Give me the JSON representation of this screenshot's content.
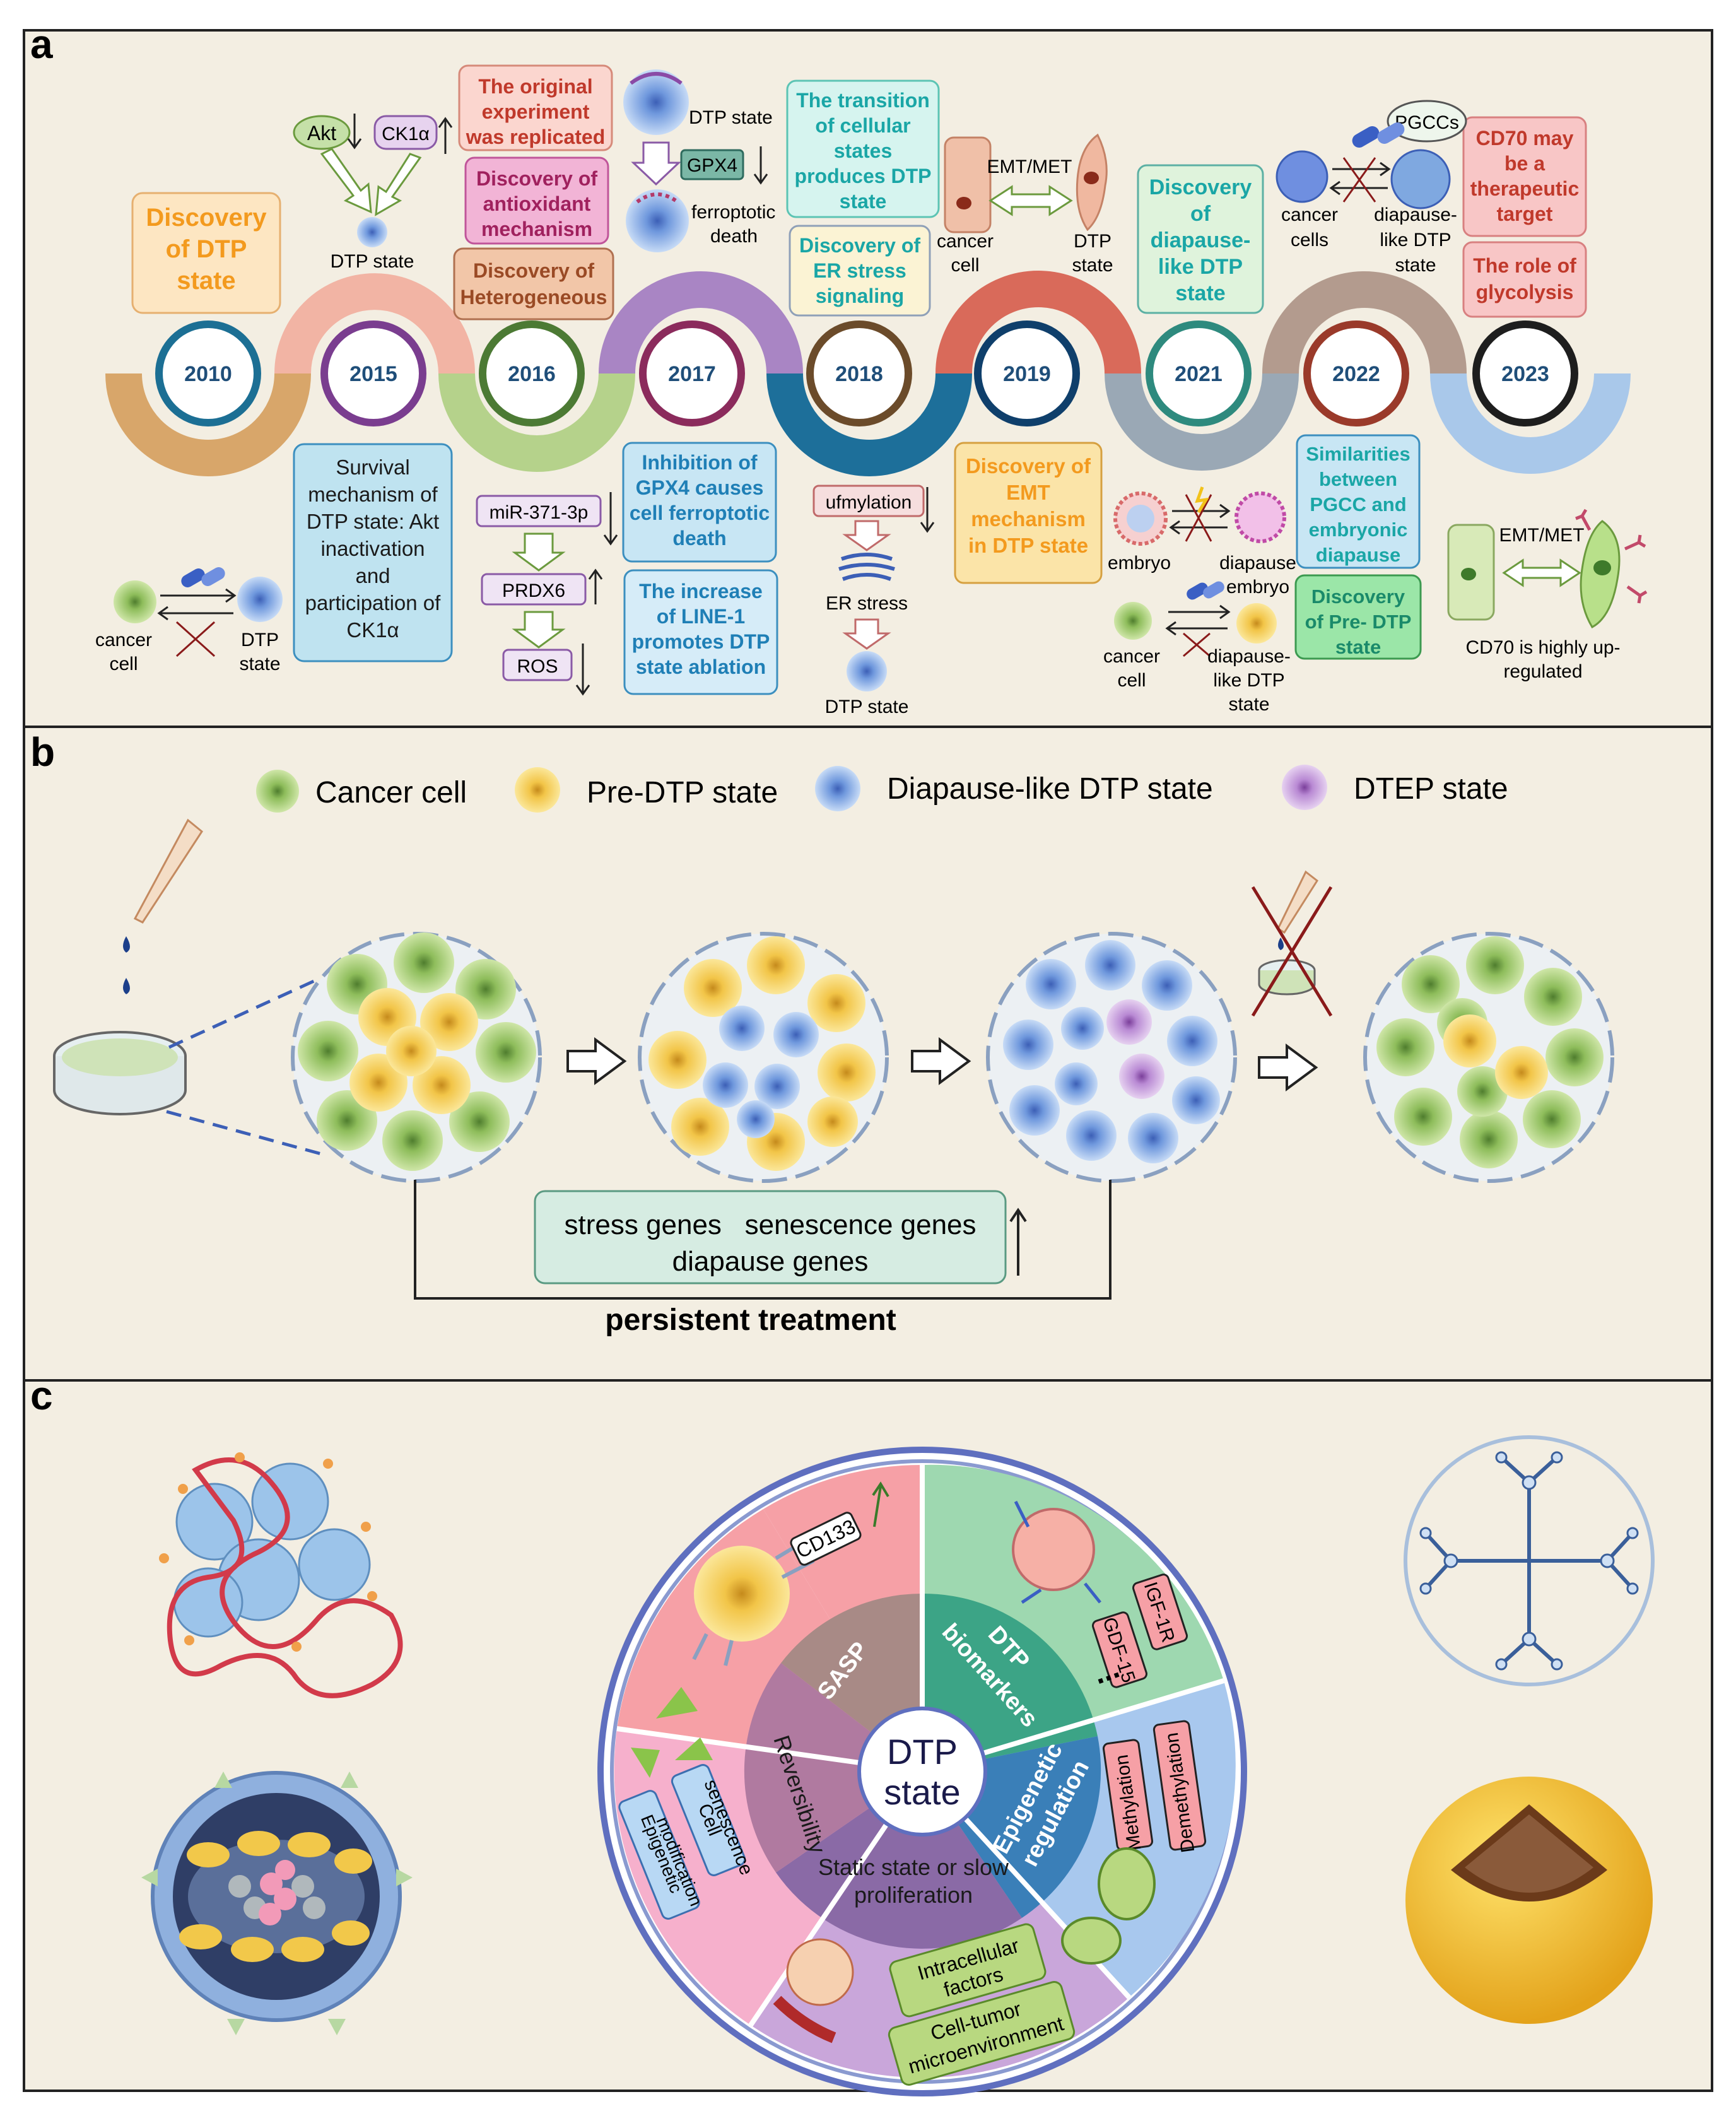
{
  "panel_labels": {
    "a": "a",
    "b": "b",
    "c": "c"
  },
  "timeline": {
    "years": [
      "2010",
      "2015",
      "2016",
      "2017",
      "2018",
      "2019",
      "2021",
      "2022",
      "2023"
    ],
    "top_boxes": {
      "y2010": [
        "Discovery",
        "of DTP",
        "state"
      ],
      "y2016_replicated": [
        "The original",
        "experiment",
        "was replicated"
      ],
      "y2016_antioxidant": [
        "Discovery of",
        "antioxidant",
        "mechanism"
      ],
      "y2016_heterogeneous": [
        "Discovery of",
        "Heterogeneous"
      ],
      "y2018_transition": [
        "The transition",
        "of cellular",
        "states",
        "produces DTP",
        "state"
      ],
      "y2018_er": [
        "Discovery of",
        "ER stress",
        "signaling"
      ],
      "y2021_diapause": [
        "Discovery",
        "of",
        "diapause-",
        "like DTP",
        "state"
      ],
      "y2023_cd70": [
        "CD70 may",
        "be a",
        "therapeutic",
        "target"
      ],
      "y2023_glycolysis": [
        "The role of",
        "glycolysis"
      ]
    },
    "bottom_boxes": {
      "y2015_survival": [
        "Survival",
        "mechanism of",
        "DTP state: Akt",
        "inactivation",
        "and",
        "participation of",
        "CK1α"
      ],
      "y2017_gpx4": [
        "Inhibition of",
        "GPX4 causes",
        "cell ferroptotic",
        "death"
      ],
      "y2017_line1": [
        "The increase",
        "of LINE-1",
        "promotes DTP",
        "state ablation"
      ],
      "y2019_emt": [
        "Discovery of",
        "EMT",
        "mechanism",
        "in DTP state"
      ],
      "y2022_similar": [
        "Similarities",
        "between",
        "PGCC and",
        "embryonic",
        "diapause"
      ],
      "y2022_predtp": [
        "Discovery",
        "of Pre- DTP",
        "state"
      ]
    },
    "labels": {
      "akt": "Akt",
      "ck1a": "CK1α",
      "dtp_state": "DTP state",
      "gpx4": "GPX4",
      "ferroptotic": [
        "ferroptotic",
        "death"
      ],
      "emt_met": "EMT/MET",
      "cancer_cell": [
        "cancer",
        "cell"
      ],
      "dtp_state_2": [
        "DTP",
        "state"
      ],
      "pgccs": "PGCCs",
      "cancer_cells": [
        "cancer",
        "cells"
      ],
      "diapause_like": [
        "diapause-",
        "like DTP",
        "state"
      ],
      "mir": "miR-371-3p",
      "prdx6": "PRDX6",
      "ros": "ROS",
      "ufmylation": "ufmylation",
      "er_stress": "ER stress",
      "embryo": "embryo",
      "diapause_embryo": [
        "diapause",
        "embryo"
      ],
      "cd70_up": [
        "CD70 is highly up-",
        "regulated"
      ]
    }
  },
  "panel_b": {
    "legend": [
      "Cancer cell",
      "Pre-DTP state",
      "Diapause-like DTP state",
      "DTEP state"
    ],
    "genes": [
      "stress genes   senescence genes",
      "diapause genes"
    ],
    "treatment": "persistent treatment"
  },
  "panel_c": {
    "center": [
      "DTP",
      "state"
    ],
    "segments": {
      "sasp": "SASP",
      "biomarkers": [
        "DTP",
        "biomarkers"
      ],
      "epigenetic": [
        "Epigenetic",
        "regulation"
      ],
      "static": [
        "Static state or slow",
        "proliferation"
      ],
      "reversibility": "Reversibility"
    },
    "tags": {
      "cd133": "CD133",
      "igf": "IGF-1R",
      "gdf": "GDF-15",
      "ellipsis": "...",
      "methylation": "Methylation",
      "demethylation": "Demethylation",
      "intracellular": [
        "Intracellular",
        "factors"
      ],
      "microenv": [
        "Cell-tumor",
        "microenvironment"
      ],
      "senescence": [
        "Cell",
        "senescence"
      ],
      "epi_mod": [
        "Epigenetic",
        "modification"
      ]
    }
  },
  "colors": {
    "panel_bg": "#f3eee2",
    "orange": "#f39a1e",
    "red_text": "#c0392b",
    "teal_text": "#1aa6a6",
    "blue_text": "#1f7fb6",
    "green_cell": "#9cc46a",
    "yellow_cell": "#f5c84a",
    "blue_cell": "#7fa8e0",
    "purple_cell": "#c79ad8"
  }
}
